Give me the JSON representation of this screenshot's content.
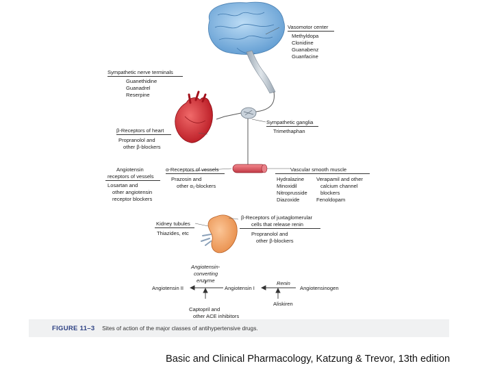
{
  "diagram": {
    "vasomotor": {
      "title": "Vasomotor center",
      "drugs": [
        "Methyldopa",
        "Clonidine",
        "Guanabenz",
        "Guanfacine"
      ]
    },
    "sympathetic_terminals": {
      "title": "Sympathetic nerve terminals",
      "drugs": [
        "Guanethidine",
        "Guanadrel",
        "Reserpine"
      ]
    },
    "beta_heart": {
      "title": "β-Receptors of heart",
      "drugs": [
        "Propranolol and",
        "other β-blockers"
      ]
    },
    "ganglia": {
      "title": "Sympathetic ganglia",
      "drugs": [
        "Trimethaphan"
      ]
    },
    "angiotensin_receptors": {
      "title": [
        "Angiotensin",
        "receptors of vessels"
      ],
      "drugs": [
        "Losartan and",
        "other angiotensin",
        "receptor blockers"
      ]
    },
    "alpha_vessels": {
      "title": "α-Receptors of vessels",
      "drugs": [
        "Prazosin and",
        "other α₁-blockers"
      ]
    },
    "smooth_muscle": {
      "title": "Vascular smooth muscle",
      "col1": [
        "Hydralazine",
        "Minoxidil",
        "Nitroprusside",
        "Diazoxide"
      ],
      "col2": [
        "Verapamil and other",
        "calcium channel",
        "blockers",
        "Fenoldopam"
      ]
    },
    "kidney_tubules": {
      "title": "Kidney tubules",
      "drugs": [
        "Thiazides, etc"
      ]
    },
    "beta_jg": {
      "title": [
        "β-Receptors of juxtaglomerular",
        "cells that release renin"
      ],
      "drugs": [
        "Propranolol and",
        "other β-blockers"
      ]
    },
    "raas": {
      "ace": [
        "Angiotensin-",
        "converting",
        "enzyme"
      ],
      "angiotensin_ii": "Angiotensin II",
      "angiotensin_i": "Angiotensin I",
      "renin": "Renin",
      "angiotensinogen": "Angiotensinogen",
      "ace_inhibitors": [
        "Captopril and",
        "other ACE inhibitors"
      ],
      "aliskiren": "Aliskiren"
    },
    "colors": {
      "brain": "#7fb4e0",
      "heart": "#d9303a",
      "kidney": "#f2a66a",
      "vessel": "#e0606a",
      "caption_blue": "#2b3f82"
    }
  },
  "caption": {
    "figure_number": "FIGURE 11–3",
    "text": "Sites of action of the major classes of antihypertensive drugs."
  },
  "credit": "Basic and Clinical  Pharmacology, Katzung & Trevor, 13th edition"
}
